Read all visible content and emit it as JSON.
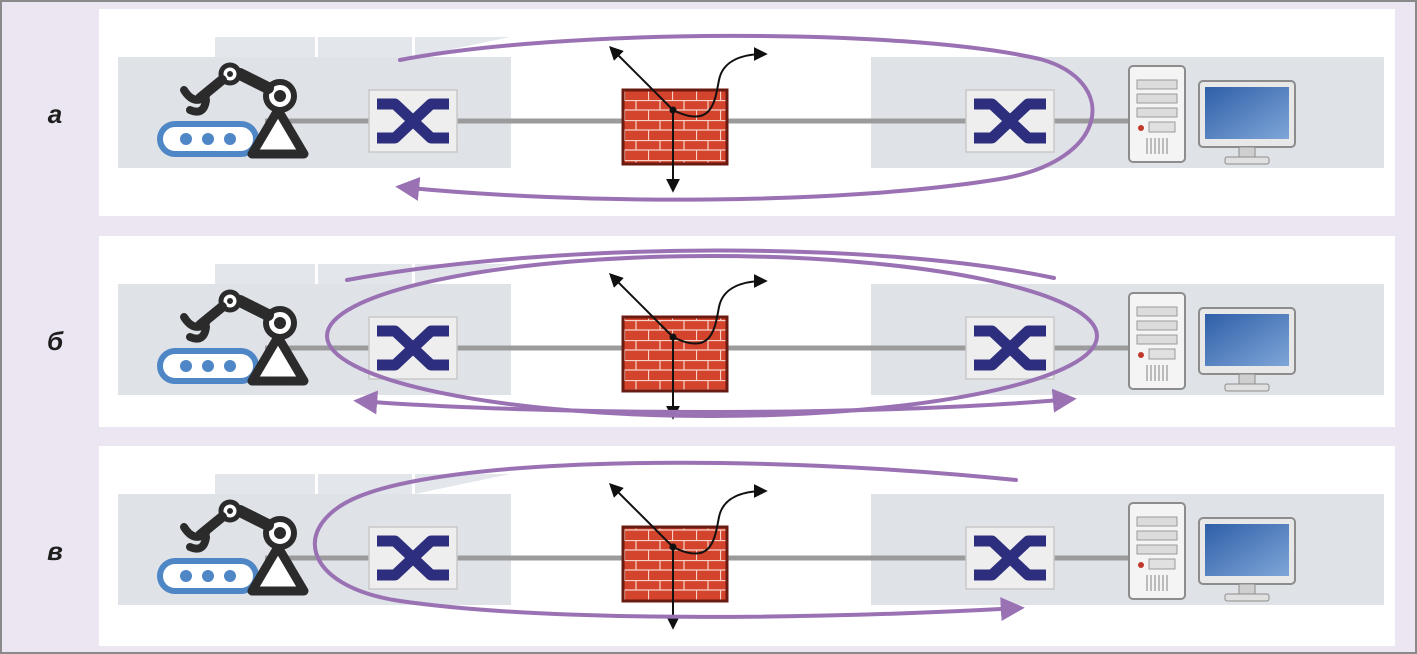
{
  "colors": {
    "frame_bg": "#ebe6f2",
    "frame_border": "#8a8a8a",
    "panel_bg": "#ffffff",
    "zone_bg": "#dfe3e8",
    "factory_roof": "#e3e7ec",
    "line": "#9b9b9b",
    "loop": "#9a72b4",
    "firewall_fill": "#d4432b",
    "firewall_border": "#6a1a10",
    "switch_box": "#eeeeee",
    "switch_symbol": "#2e2e7e",
    "robot": "#2b2b2b",
    "conveyor": "#4f86c6"
  },
  "icons": {
    "robot": "industrial-robot-arm-icon",
    "conveyor": "conveyor-belt-icon",
    "switch": "network-switch-icon",
    "firewall": "firewall-brick-wall-icon",
    "server": "server-tower-icon",
    "monitor": "desktop-monitor-icon"
  },
  "rows": [
    {
      "label": "а",
      "variant": "a"
    },
    {
      "label": "б",
      "variant": "b"
    },
    {
      "label": "в",
      "variant": "c"
    }
  ]
}
